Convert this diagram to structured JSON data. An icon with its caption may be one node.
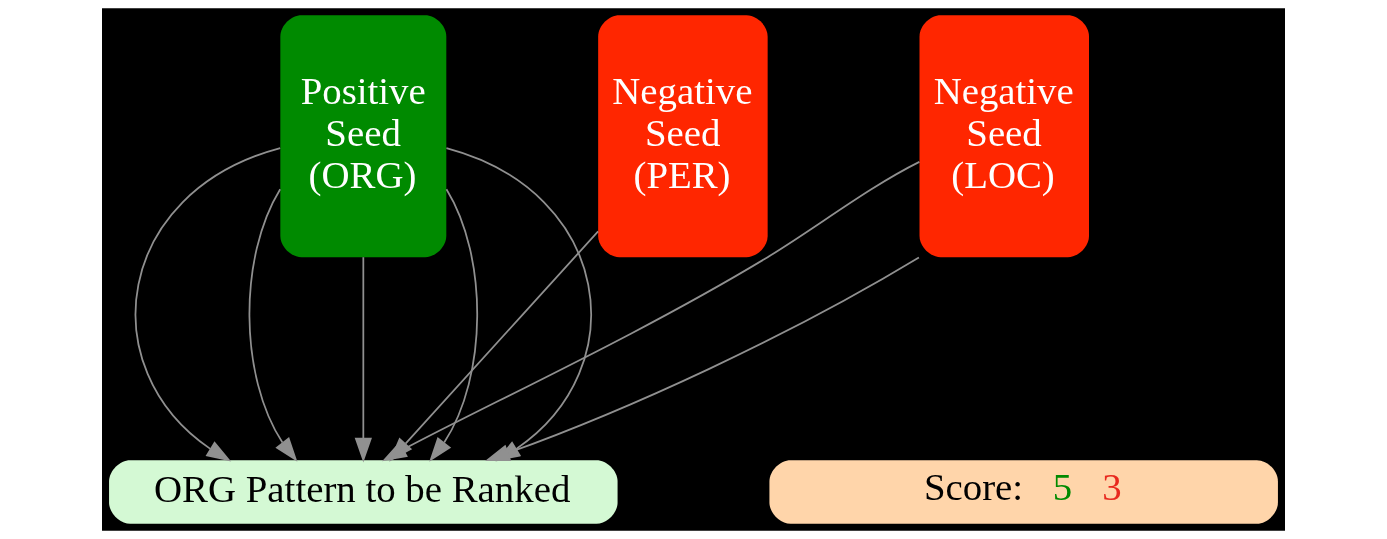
{
  "diagram": {
    "nodes": [
      {
        "text": [
          "Positive Seed (ORG)"
        ]
      },
      {
        "text": [
          "Negative Seed (PER)"
        ]
      },
      {
        "text": [
          "Negative Seed (LOC)"
        ]
      },
      {
        "text": [
          "ORG Pattern to be Ranked"
        ]
      },
      {
        "text": [
          "Score:",
          "5",
          "3"
        ]
      }
    ],
    "edges": [
      {
        "from": 0,
        "to": 3,
        "arrow": "to"
      },
      {
        "from": 0,
        "to": 3,
        "arrow": "to"
      },
      {
        "from": 0,
        "to": 3,
        "arrow": "to"
      },
      {
        "from": 0,
        "to": 3,
        "arrow": "to"
      },
      {
        "from": 0,
        "to": 3,
        "arrow": "to"
      },
      {
        "from": 1,
        "to": 3,
        "arrow": "to"
      },
      {
        "from": 2,
        "to": 3,
        "arrow": "to"
      },
      {
        "from": 2,
        "to": 3,
        "arrow": "to"
      }
    ]
  }
}
